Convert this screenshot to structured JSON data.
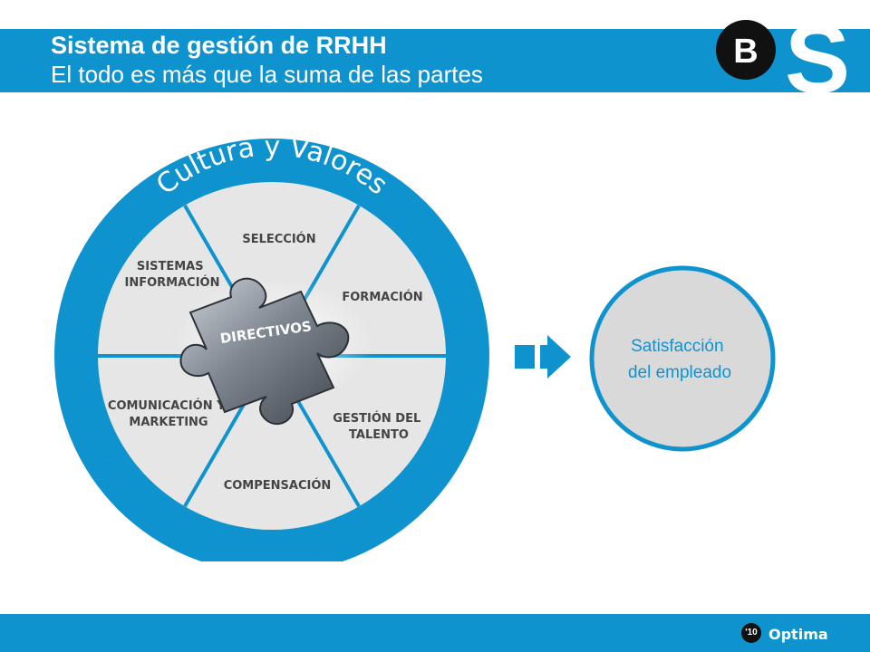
{
  "header": {
    "title": "Sistema de gestión de RRHH",
    "subtitle": "El todo es más que la suma de las partes",
    "logo_letter_b": "B",
    "logo_letter_s": "S"
  },
  "diagram": {
    "outer_ring_label": "Cultura y Valores",
    "center_label": "DIRECTIVOS",
    "segments": [
      {
        "id": "seleccion",
        "lines": [
          "SELECCIÓN"
        ]
      },
      {
        "id": "formacion",
        "lines": [
          "FORMACIÓN"
        ]
      },
      {
        "id": "gestion-talento",
        "lines": [
          "GESTIÓN DEL",
          "TALENTO"
        ]
      },
      {
        "id": "compensacion",
        "lines": [
          "COMPENSACIÓN"
        ]
      },
      {
        "id": "comunicacion-marketing",
        "lines": [
          "COMUNICACIÓN Y",
          "MARKETING"
        ]
      },
      {
        "id": "sistemas-informacion",
        "lines": [
          "SISTEMAS",
          "INFORMACIÓN"
        ]
      }
    ]
  },
  "result": {
    "lines": [
      "Satisfacción",
      "del empleado"
    ]
  },
  "footer": {
    "year": "'10",
    "brand": "Optima"
  },
  "colors": {
    "brand_blue": "#0f93cf",
    "wheel_fill": "#e6e6e6",
    "segment_text": "#444444"
  }
}
